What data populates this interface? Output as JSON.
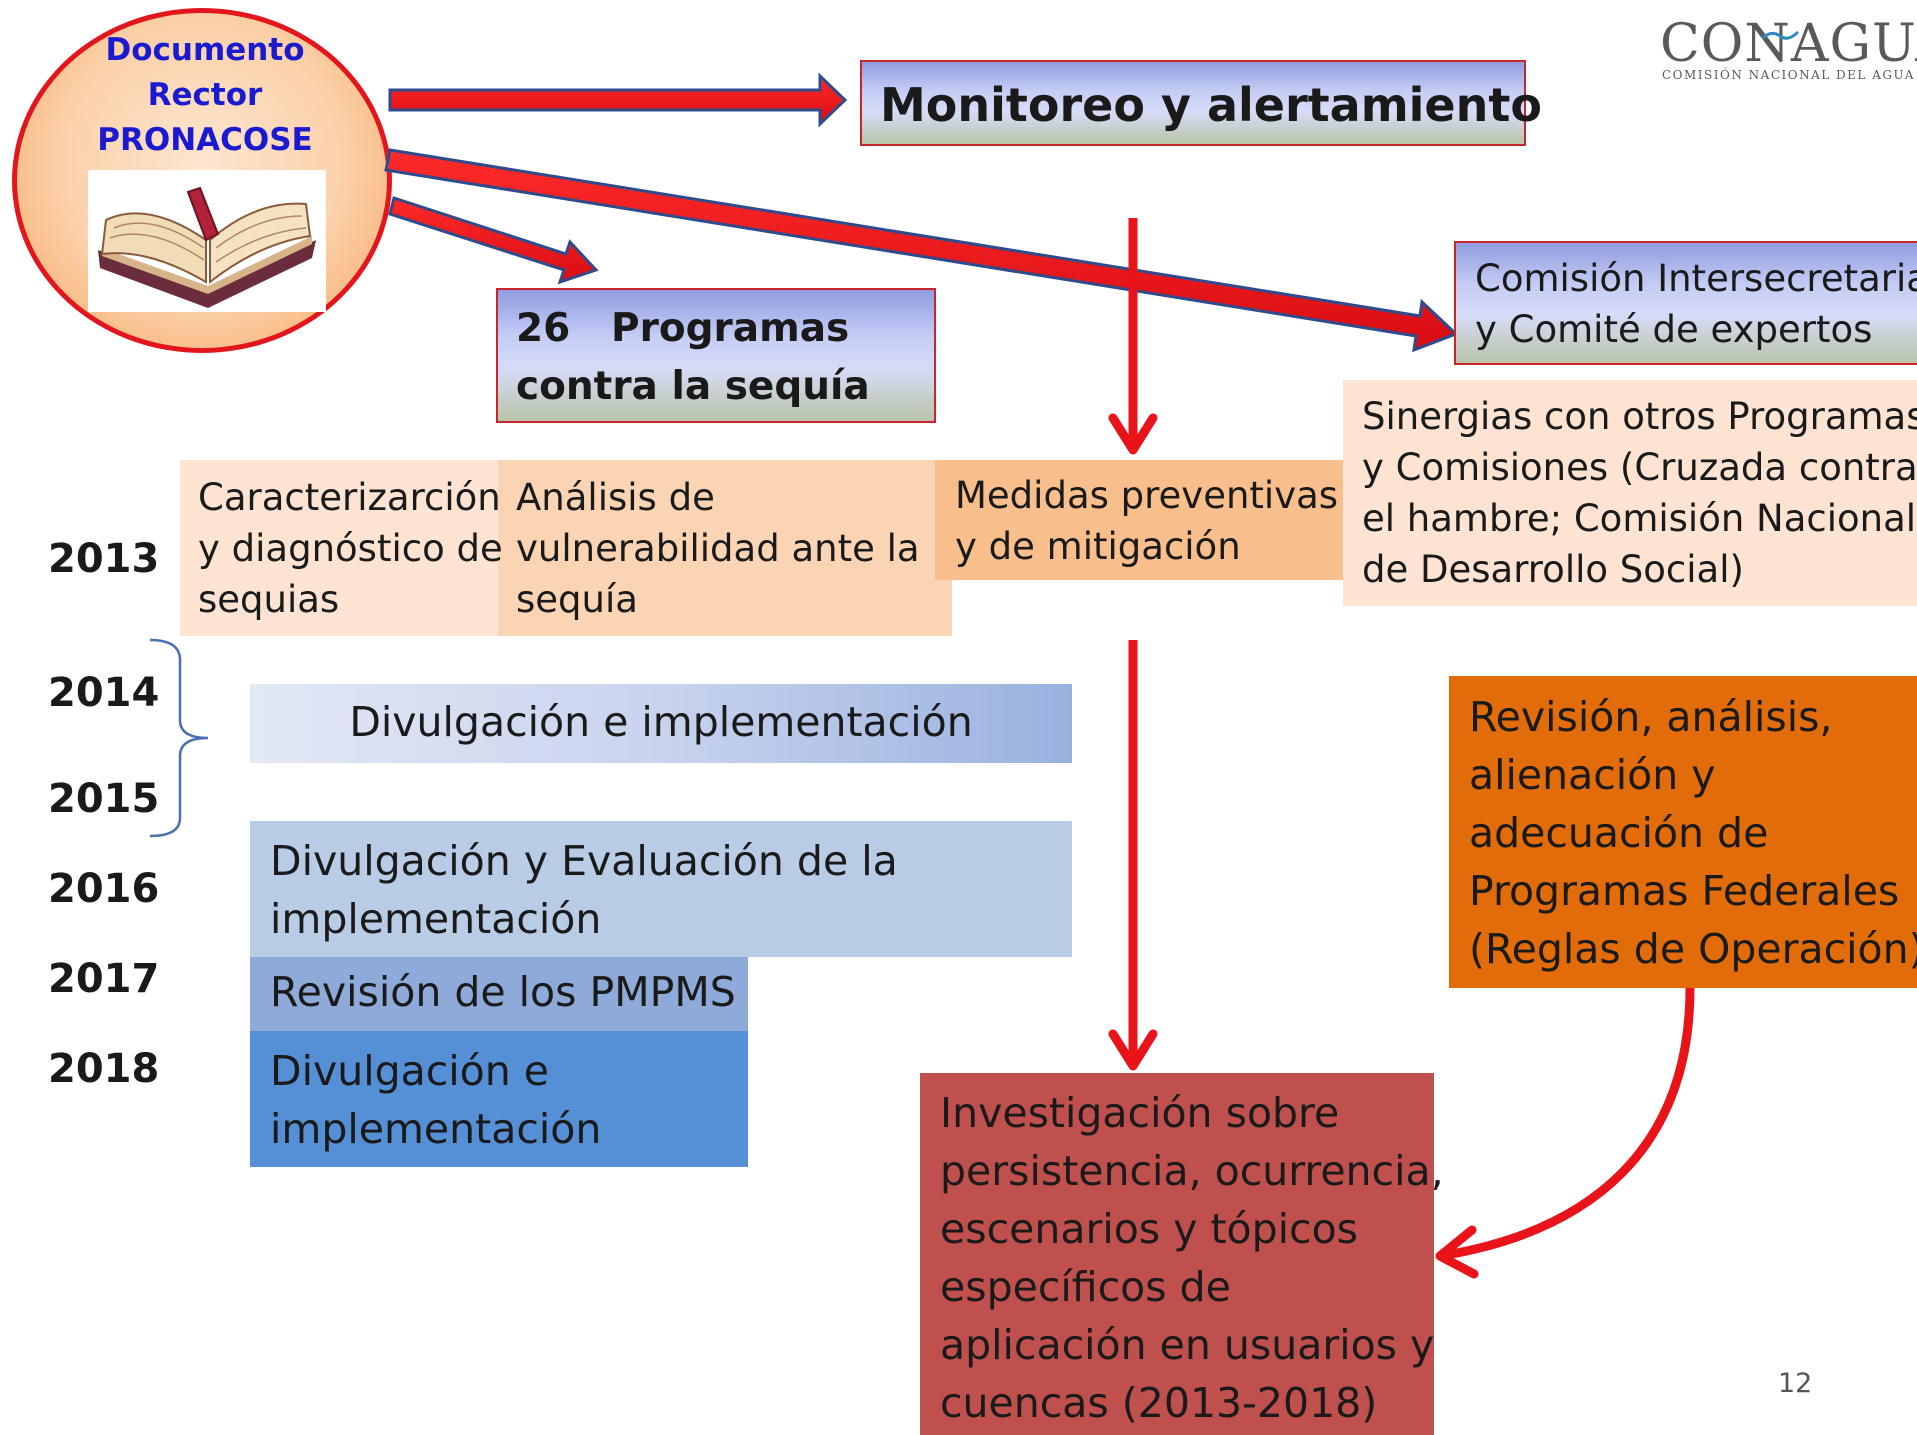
{
  "logo": {
    "name": "CONAGUA",
    "subtitle": "COMISIÓN NACIONAL DEL AGUA"
  },
  "documento": {
    "title": "Documento\nRector\nPRONACOSE",
    "icon": "open-book-icon"
  },
  "monitoreo": {
    "label": "Monitoreo y alertamiento"
  },
  "programas": {
    "label": "26   Programas\ncontra la sequía"
  },
  "comision": {
    "label": "Comisión Intersecretarial\ny Comité de expertos"
  },
  "row2013": {
    "cells": [
      "Caracterizarción\ny diagnóstico de\nsequias",
      "Análisis de\nvulnerabilidad ante la\nsequía",
      "Medidas preventivas\ny de mitigación",
      "Sinergias con otros Programas\ny Comisiones (Cruzada contra\nel hambre; Comisión Nacional\nde Desarrollo Social)"
    ]
  },
  "years": [
    "2013",
    "2014",
    "2015",
    "2016",
    "2017",
    "2018"
  ],
  "timeline": {
    "divulgacion_1": "Divulgación e implementación",
    "evaluacion": "Divulgación y Evaluación de la\nimplementación",
    "revision": "Revisión de los PMPMS",
    "divulgacion_2": "Divulgación e\nimplementación"
  },
  "federales": {
    "label": "Revisión, análisis,\nalienación y\nadecuación de\nProgramas Federales\n(Reglas de Operación)"
  },
  "investigacion": {
    "label": "Investigación sobre\npersistencia, ocurrencia,\nescenarios y tópicos\nespecíficos de\naplicación en usuarios y\ncuencas (2013-2018)"
  },
  "page_number": "12",
  "colors": {
    "arrow_red": "#e8141a",
    "orange": "#e36c0a",
    "investigation_red": "#c0504d",
    "title_blue": "#1a1ad0"
  }
}
